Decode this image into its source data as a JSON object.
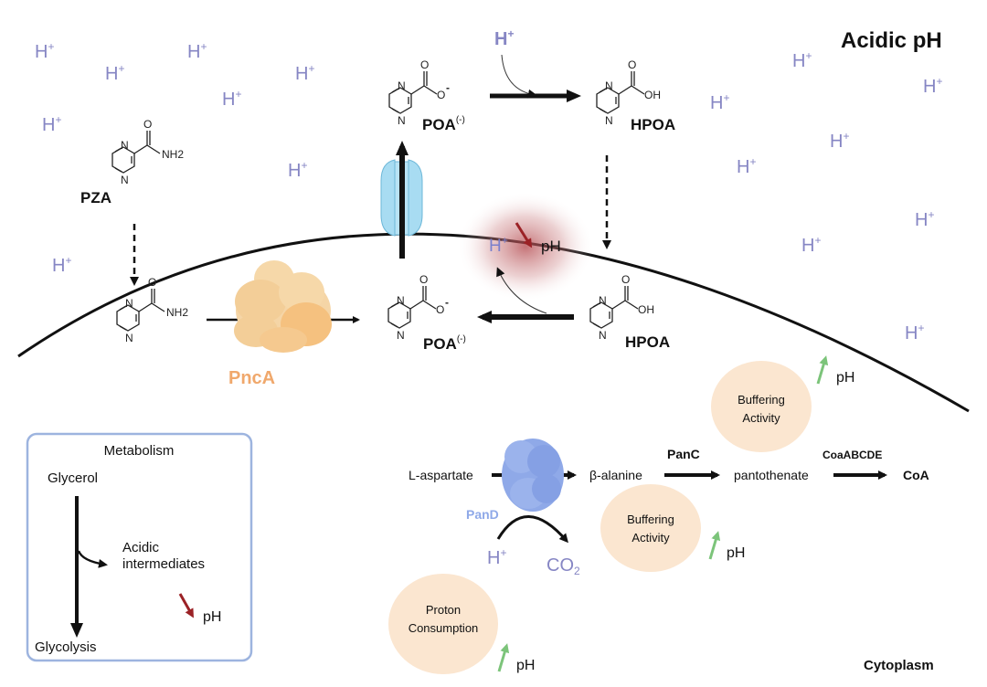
{
  "regions": {
    "extracellular": "Acidic pH",
    "intracellular": "Cytoplasm"
  },
  "protons": {
    "label": "H",
    "charge": "+"
  },
  "molecules": {
    "pza_outside": {
      "label": "PZA",
      "group": "NH2"
    },
    "pza_inside": {
      "group": "NH2"
    },
    "poa_outside": {
      "label": "POA",
      "charge": "(-)",
      "group_o": "O",
      "group_minus": "-"
    },
    "hpoa_outside": {
      "label": "HPOA",
      "group": "OH"
    },
    "poa_inside": {
      "label": "POA",
      "charge": "(-)",
      "group_o": "O",
      "group_minus": "-"
    },
    "hpoa_inside": {
      "label": "HPOA",
      "group": "OH"
    },
    "ring_atoms": {
      "n": "N",
      "o": "O"
    }
  },
  "enzymes": {
    "pnca": {
      "label": "PncA",
      "color": "#f5c98f"
    },
    "pand": {
      "label": "PanD",
      "color": "#8fa9e8"
    },
    "efflux_pump": {
      "color": "#a8dcf2"
    }
  },
  "acidification": {
    "proton": "H",
    "charge": "+",
    "ph_label": "pH",
    "direction": "decrease"
  },
  "metabolism_box": {
    "title": "Metabolism",
    "start": "Glycerol",
    "branch": [
      "Acidic",
      "intermediates"
    ],
    "end": "Glycolysis",
    "ph_label": "pH",
    "ph_direction": "decrease"
  },
  "pathway": {
    "steps": [
      "L-aspartate",
      "β-alanine",
      "pantothenate",
      "CoA"
    ],
    "enzymes": [
      "PanD",
      "PanC",
      "CoaABCDE"
    ],
    "pand_consumes": "H",
    "pand_consumes_charge": "+",
    "pand_releases": "CO",
    "pand_releases_sub": "2"
  },
  "effects": [
    {
      "label": [
        "Buffering",
        "Activity"
      ],
      "ph_label": "pH",
      "ph_direction": "increase"
    },
    {
      "label": [
        "Buffering",
        "Activity"
      ],
      "ph_label": "pH",
      "ph_direction": "increase"
    },
    {
      "label": [
        "Proton",
        "Consumption"
      ],
      "ph_label": "pH",
      "ph_direction": "increase"
    }
  ],
  "colors": {
    "proton": "#8686c4",
    "ph_down_arrow": "#9b2226",
    "ph_up_arrow": "#7cc47a",
    "effect_circle": "#fbe6d0",
    "box_border": "#9db4df",
    "membrane": "#111111"
  }
}
